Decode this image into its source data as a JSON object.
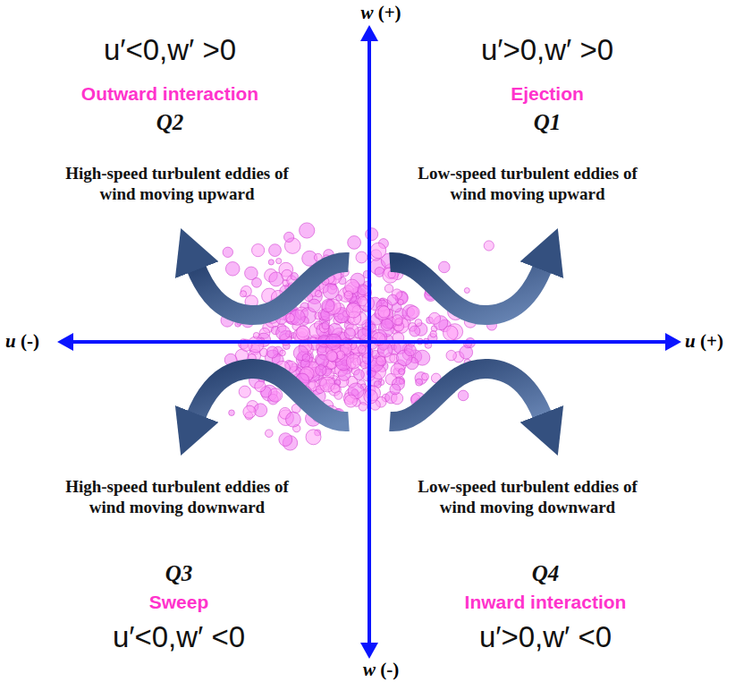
{
  "diagram": {
    "labels": [
      "w (+)",
      "u′<0,w′ >0",
      "Outward interaction",
      "Q2",
      "u′>0,w′ >0",
      "Ejection",
      "Q1",
      "High-speed turbulent eddies of wind moving upward",
      "Low-speed turbulent eddies of wind moving upward",
      "u (-)",
      "u (+)",
      "High-speed turbulent eddies of wind moving downward",
      "Low-speed turbulent eddies of wind moving downward",
      "Q3",
      "Sweep",
      "Q4",
      "Inward interaction",
      "u′<0,w′ <0",
      "u′>0,w′ <0",
      "w (-)"
    ]
  }
}
